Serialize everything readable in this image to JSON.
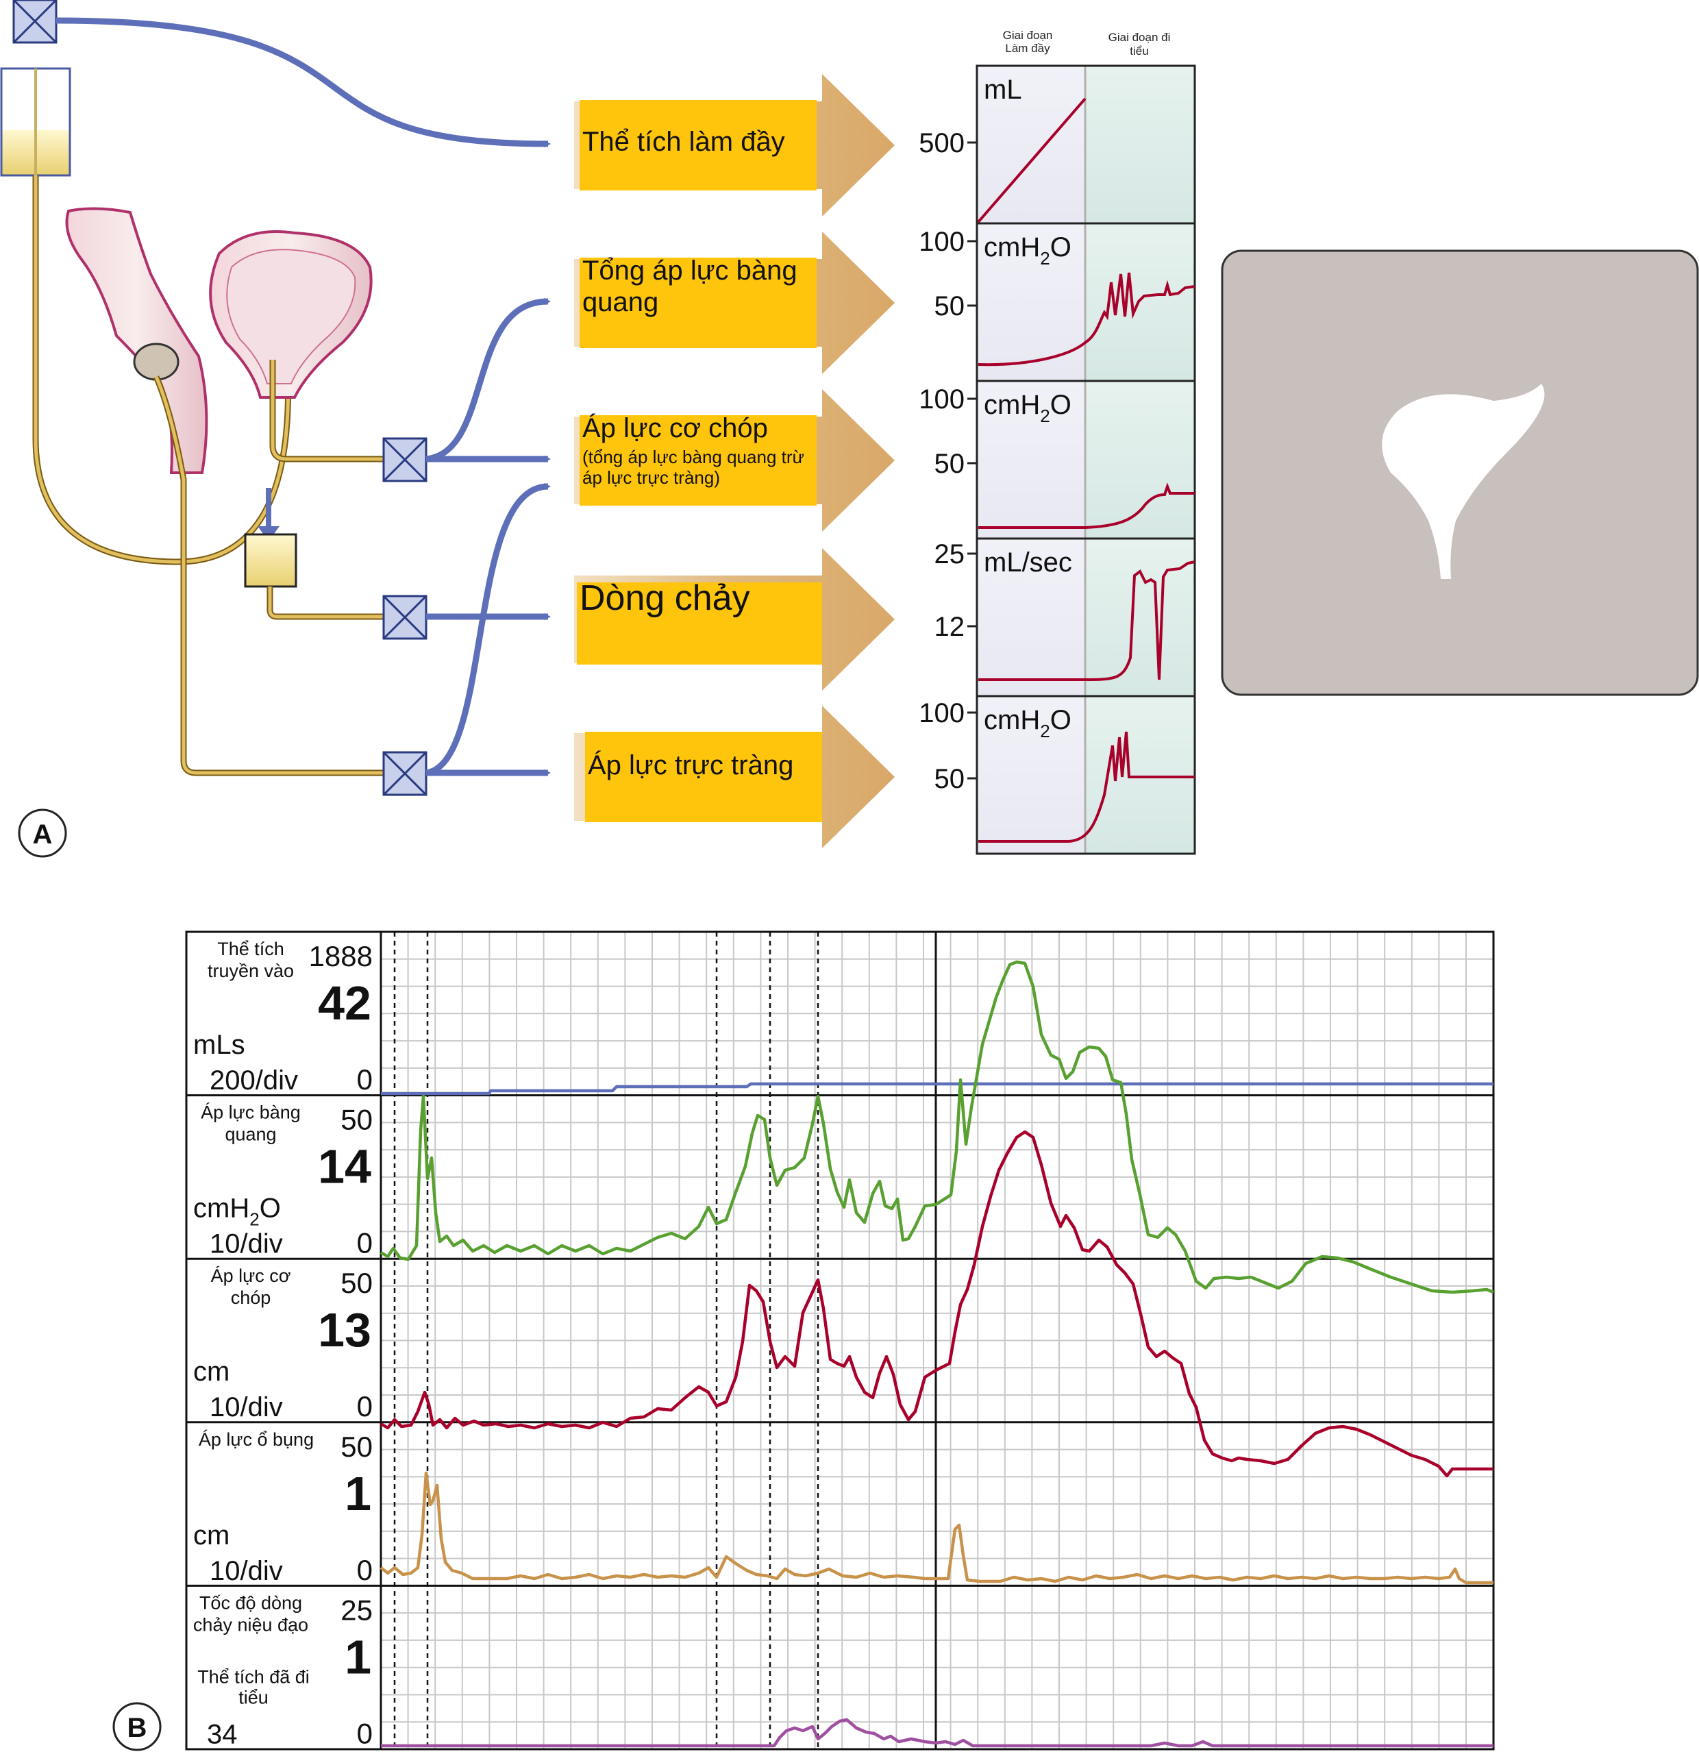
{
  "panel_a": {
    "label": "A",
    "phase_filling": [
      "Giai đoạn",
      "Làm đầy"
    ],
    "phase_voiding": [
      "Giai đoạn đi",
      "tiểu"
    ],
    "boxes": [
      {
        "lines": [
          "Thể tích làm đầy"
        ]
      },
      {
        "lines": [
          "Tổng áp lực bàng",
          "quang"
        ]
      },
      {
        "lines": [
          "Áp lực cơ chóp"
        ],
        "sub": [
          "(tổng áp lực bàng quang trừ",
          "áp lực trực tràng)"
        ]
      },
      {
        "lines": [
          "Dòng chảy"
        ]
      },
      {
        "lines": [
          "Áp lực trực tràng"
        ]
      }
    ],
    "strips": [
      {
        "unit": "mL",
        "ticks": [
          "500"
        ]
      },
      {
        "unit": "cmH",
        "unit_sub": "2",
        "unit_end": "O",
        "ticks": [
          "100",
          "50"
        ]
      },
      {
        "unit": "cmH",
        "unit_sub": "2",
        "unit_end": "O",
        "ticks": [
          "100",
          "50"
        ]
      },
      {
        "unit": "mL/sec",
        "ticks": [
          "25",
          "12"
        ]
      },
      {
        "unit": "cmH",
        "unit_sub": "2",
        "unit_end": "O",
        "ticks": [
          "100",
          "50"
        ]
      }
    ]
  },
  "panel_b": {
    "label": "B",
    "rows": [
      {
        "title": [
          "Thể tích",
          "truyền vào"
        ],
        "max": "1888",
        "value": "42",
        "unit": "mLs",
        "div": "200/div",
        "min": "0"
      },
      {
        "title": [
          "Áp lực bàng",
          "quang"
        ],
        "max": "50",
        "value": "14",
        "unit": "cmH",
        "unit_sub": "2",
        "unit_end": "O",
        "div": "10/div",
        "min": "0"
      },
      {
        "title": [
          "Áp lực cơ",
          "chóp"
        ],
        "max": "50",
        "value": "13",
        "unit": "cm",
        "div": "10/div",
        "min": "0"
      },
      {
        "title": [
          "Áp lực ổ bụng"
        ],
        "max": "50",
        "value": "1",
        "unit": "cm",
        "div": "10/div",
        "min": "0"
      },
      {
        "title": [
          "Tốc độ dòng",
          "chảy niệu đạo"
        ],
        "max": "25",
        "value": "1",
        "unit2": [
          "Thể tích đã đi",
          "tiểu"
        ],
        "div": "34",
        "min": "0"
      }
    ]
  },
  "colors": {
    "box_yellow": "#ffc40c",
    "arrow_tan": "#deb887",
    "tube": "#b8962e",
    "connector_blue": "#5c6fb8",
    "trace_red": "#a8002a",
    "trace_green": "#58a030",
    "trace_orange": "#c8924a",
    "trace_purple": "#a050a0",
    "trace_blue": "#5c6fb8"
  }
}
